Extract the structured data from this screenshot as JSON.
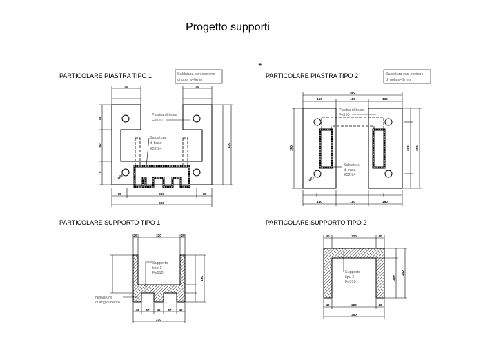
{
  "title": "Progetto supporti",
  "origin_marker": "+",
  "sections": {
    "piastra1": {
      "title": "PARTICOLARE PIASTRA TIPO 1",
      "note_box": [
        "Saldatura con sezione",
        "di gola a=6mm"
      ],
      "label_plate": [
        "Piastra di base",
        "Fe510"
      ],
      "label_weld": [
        "Saldatura",
        "di base",
        "E52 L4"
      ],
      "dims": {
        "top_left": "40",
        "top_right": "40",
        "bottom_left": "70",
        "bottom_mid": "360",
        "bottom_right": "70",
        "bottom_total": "500",
        "left_top": "75",
        "left_mid": "80",
        "left_bot": "75",
        "right_total": "230",
        "hole": "Ø22"
      }
    },
    "piastra2": {
      "title": "PARTICOLARE PIASTRA TIPO 2",
      "note_box": [
        "Saldatura con sezione",
        "di gola a=9mm"
      ],
      "label_plate": [
        "Piastra di base",
        "Fe510"
      ],
      "label_weld": [
        "Saldatura",
        "di base",
        "E52 L4"
      ],
      "dims": {
        "total": "500",
        "left": "160",
        "mid": "180",
        "right": "160",
        "left_h": "350",
        "right_h": "350",
        "right_mid": "270",
        "hole": "Ø22"
      }
    },
    "supporto1": {
      "title": "PARTICOLARE SUPPORTO TIPO 1",
      "label_support": [
        "Supporto",
        "tipo 1",
        "Fe510"
      ],
      "label_groove": [
        "Nervature",
        "di irrigidimento"
      ],
      "dims": {
        "top": [
          "20",
          "220",
          "20"
        ],
        "bottom": [
          "40",
          "57",
          "46",
          "57",
          "40"
        ],
        "total": "270",
        "height": "150"
      }
    },
    "supporto2": {
      "title": "PARTICOLARE SUPPORTO TIPO 2",
      "label_support": [
        "Supporto",
        "tipo 2",
        "Fe510"
      ],
      "dims": {
        "top": [
          "40",
          "220",
          "40"
        ],
        "bottom": [
          "40",
          "220",
          "40"
        ],
        "total": "300",
        "inner_h": "200",
        "height": "240"
      }
    }
  }
}
